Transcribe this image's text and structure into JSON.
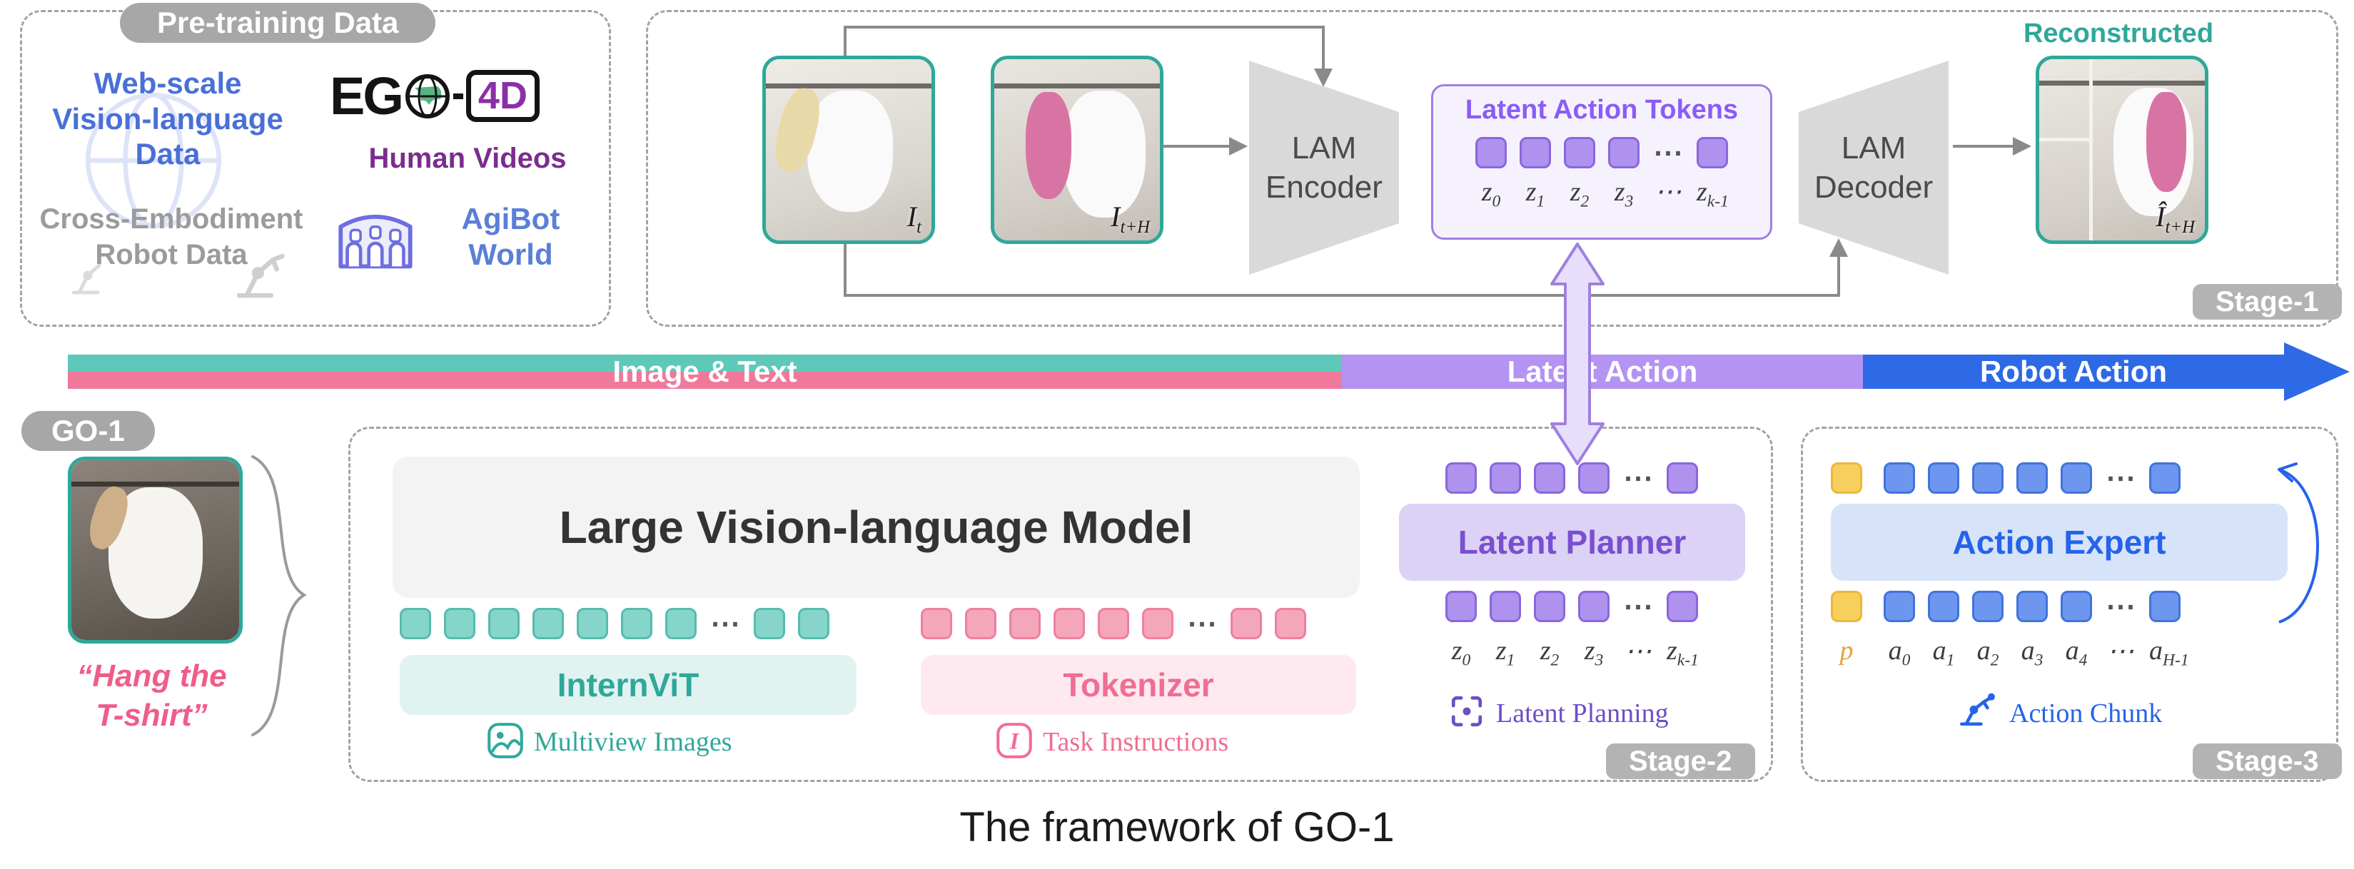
{
  "caption": "The framework of GO-1",
  "ellipsis": "⋯",
  "colors": {
    "teal": "#2fa89a",
    "pink": "#f0688f",
    "purple": "#8b5cf6",
    "blue": "#2563eb",
    "yellow": "#f2c14e",
    "gray": "#9b9b9b"
  },
  "pretraining": {
    "title": "Pre-training Data",
    "web_scale_lines": [
      "Web-scale",
      "Vision-language",
      "Data"
    ],
    "ego_logo": {
      "eg": "EG",
      "four_d": "4D",
      "subtitle": "Human Videos"
    },
    "cross_embodiment_lines": [
      "Cross-Embodiment",
      "Robot Data"
    ],
    "agibot_lines": [
      "AgiBot",
      "World"
    ]
  },
  "stage1": {
    "label": "Stage-1",
    "encoder_lines": [
      "LAM",
      "Encoder"
    ],
    "decoder_lines": [
      "LAM",
      "Decoder"
    ],
    "latent_tokens_title": "Latent Action Tokens",
    "token_labels": [
      [
        "z",
        "0"
      ],
      [
        "z",
        "1"
      ],
      [
        "z",
        "2"
      ],
      [
        "z",
        "3"
      ],
      [
        "⋯",
        ""
      ],
      [
        "z",
        "k-1"
      ]
    ],
    "reconstructed_label": "Reconstructed",
    "image1_label": [
      "I",
      "t"
    ],
    "image2_label": [
      "I",
      "t+H"
    ],
    "recon_image_label": [
      "Î",
      "t+H"
    ]
  },
  "flowbar": {
    "image_text": "Image & Text",
    "latent_action": "Latent Action",
    "robot_action": "Robot Action"
  },
  "go1": {
    "label": "GO-1",
    "instruction_lines": [
      "“Hang the",
      "T-shirt”"
    ]
  },
  "stage2": {
    "label": "Stage-2",
    "vlm_title": "Large Vision-language Model",
    "internvit": "InternViT",
    "tokenizer": "Tokenizer",
    "multiview_caption": "Multiview Images",
    "task_caption": "Task Instructions",
    "planner_title": "Latent Planner",
    "planning_caption": "Latent Planning",
    "z_labels": [
      [
        "z",
        "0"
      ],
      [
        "z",
        "1"
      ],
      [
        "z",
        "2"
      ],
      [
        "z",
        "3"
      ],
      [
        "⋯",
        ""
      ],
      [
        "z",
        "k-1"
      ]
    ]
  },
  "stage3": {
    "label": "Stage-3",
    "expert_title": "Action Expert",
    "chunk_caption": "Action Chunk",
    "a_labels": [
      [
        "p",
        ""
      ],
      [
        "a",
        "0"
      ],
      [
        "a",
        "1"
      ],
      [
        "a",
        "2"
      ],
      [
        "a",
        "3"
      ],
      [
        "a",
        "4"
      ],
      [
        "⋯",
        ""
      ],
      [
        "a",
        "H-1"
      ]
    ]
  }
}
